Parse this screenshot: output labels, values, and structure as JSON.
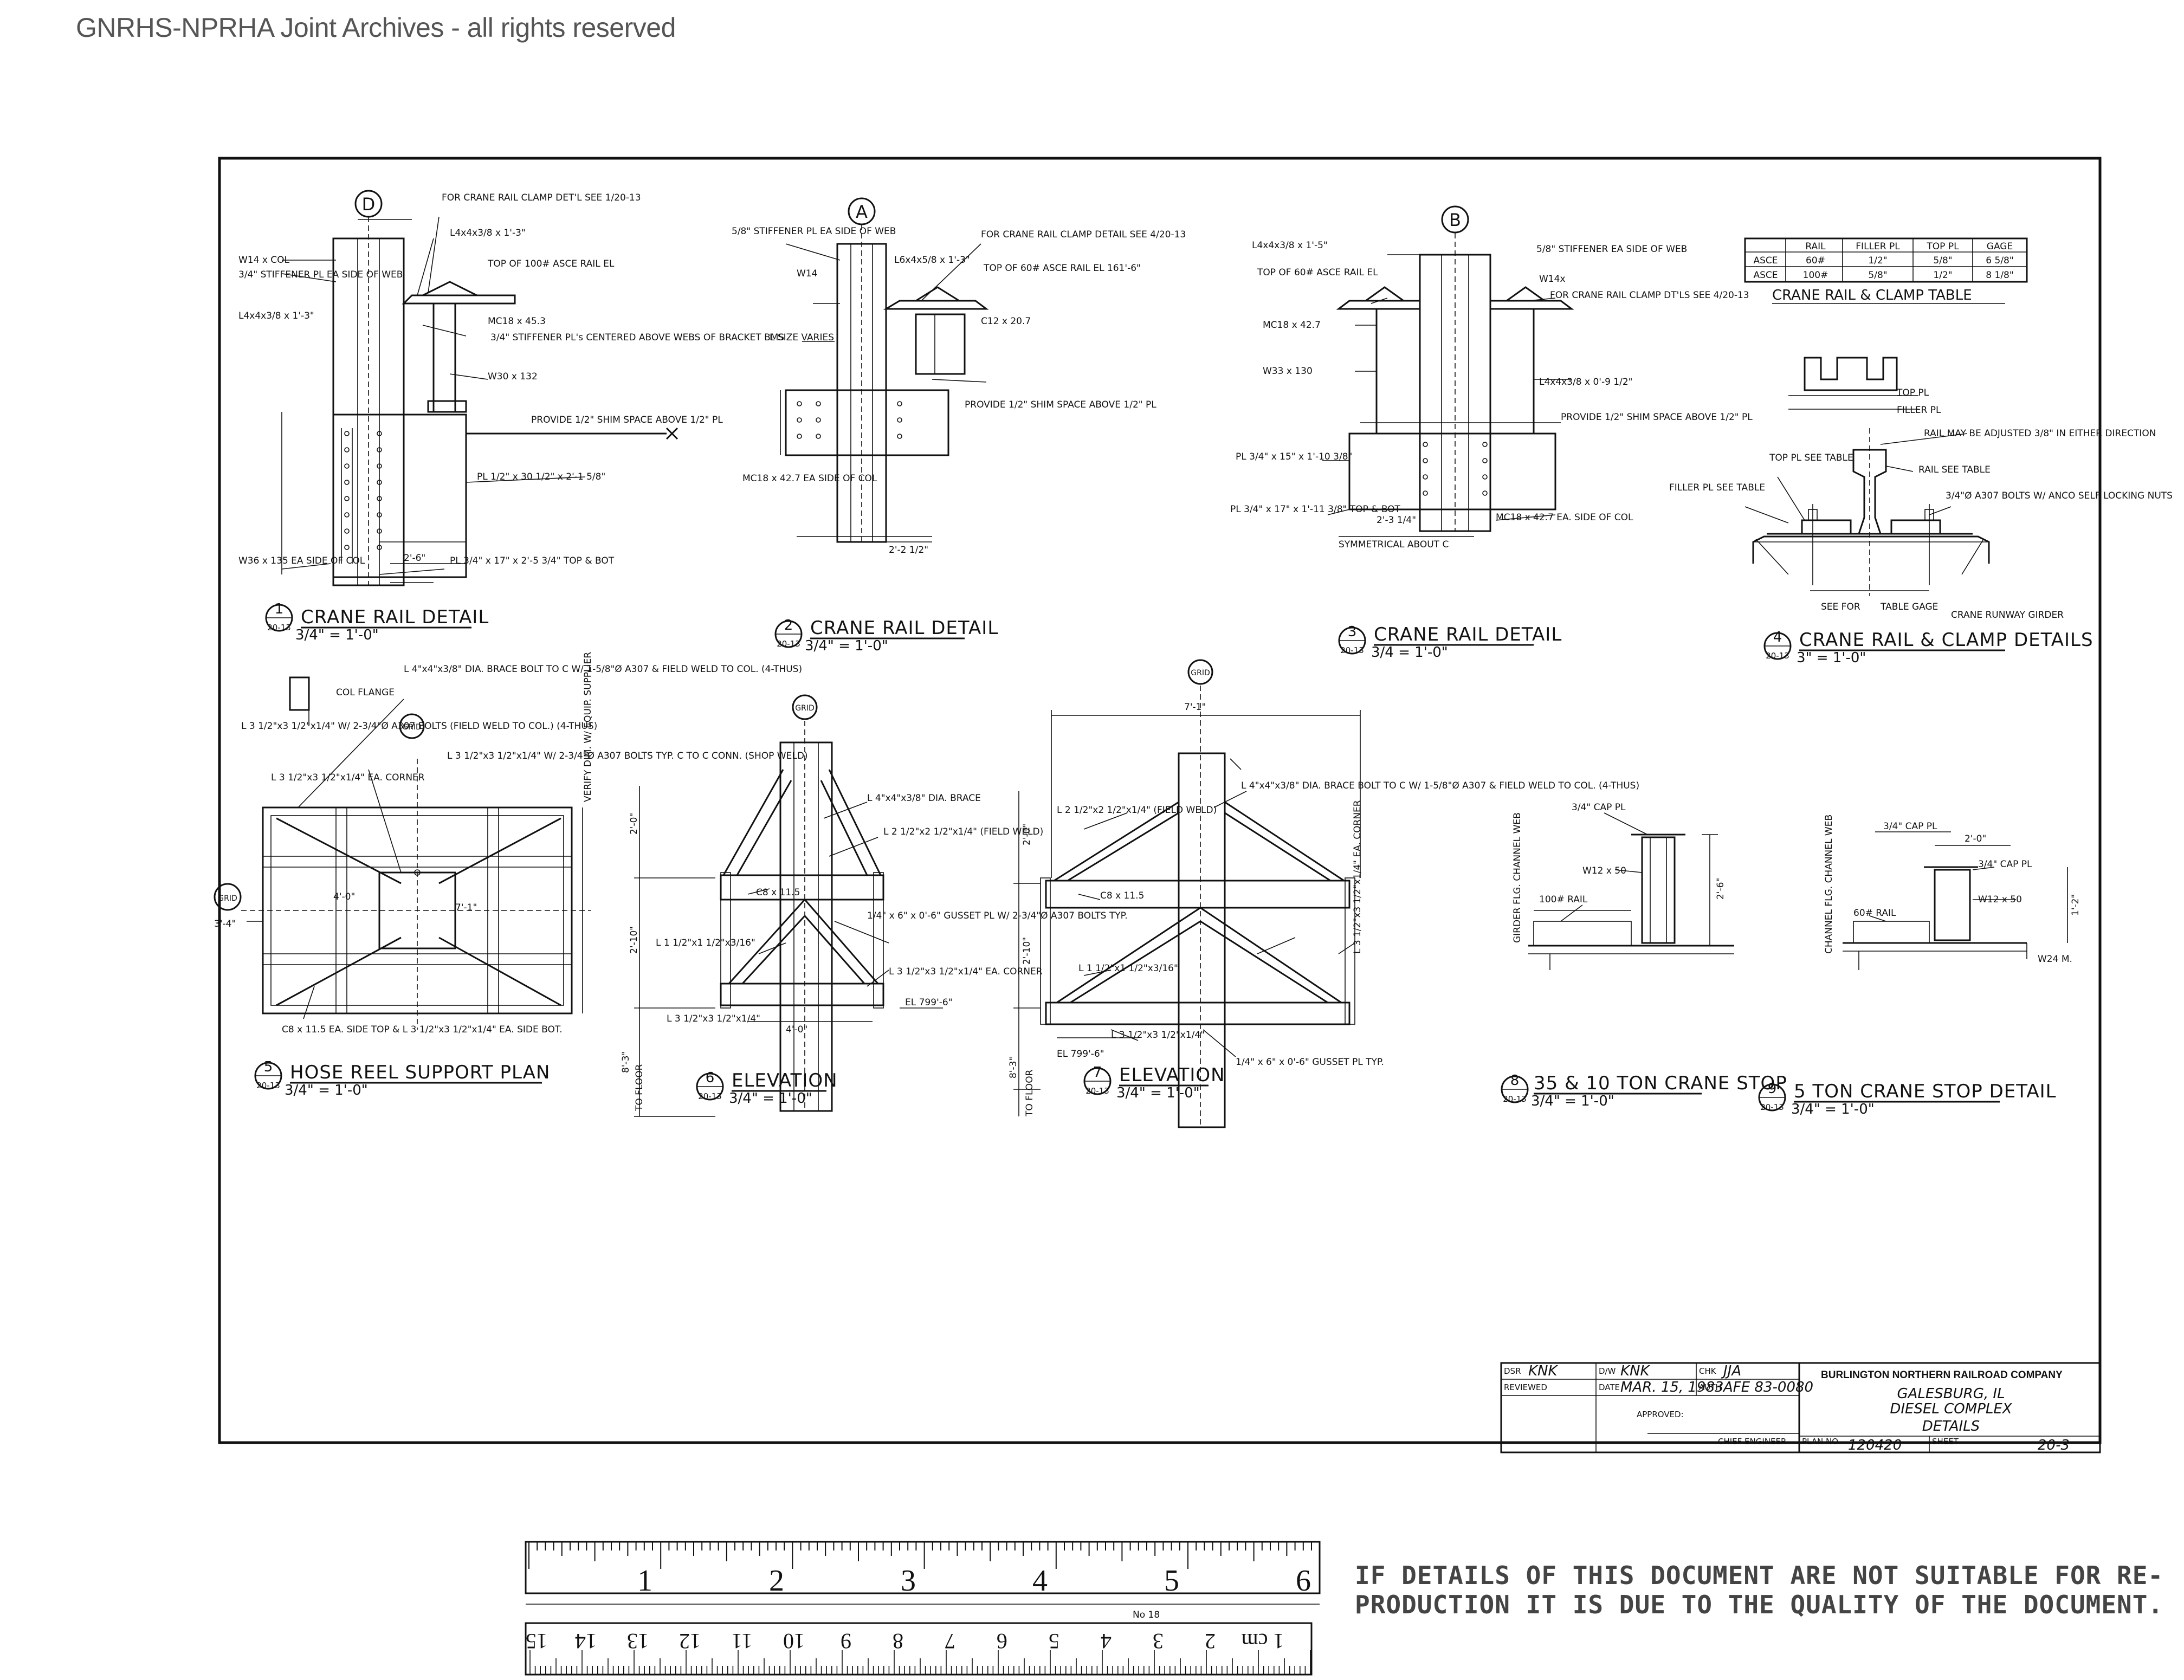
{
  "watermark": "GNRHS-NPRHA Joint Archives - all rights reserved",
  "details": [
    {
      "num": "1",
      "title": "CRANE RAIL DETAIL",
      "sheet": "20-13",
      "scale": "3/4\" = 1'-0\""
    },
    {
      "num": "2",
      "title": "CRANE RAIL DETAIL",
      "sheet": "20-13",
      "scale": "3/4\" = 1'-0\""
    },
    {
      "num": "3",
      "title": "CRANE RAIL DETAIL",
      "sheet": "20-13",
      "scale": "3/4 = 1'-0\""
    },
    {
      "num": "4",
      "title": "CRANE RAIL & CLAMP DETAILS",
      "sheet": "20-13",
      "scale": "3\" = 1'-0\""
    },
    {
      "num": "5",
      "title": "HOSE REEL SUPPORT PLAN",
      "sheet": "20-13",
      "scale": "3/4\" = 1'-0\""
    },
    {
      "num": "6",
      "title": "ELEVATION",
      "sheet": "20-13",
      "scale": "3/4\" = 1'-0\""
    },
    {
      "num": "7",
      "title": "ELEVATION",
      "sheet": "20-13",
      "scale": "3/4\" = 1'-0\""
    },
    {
      "num": "8",
      "title": "35 & 10 TON CRANE STOP",
      "sheet": "20-13",
      "scale": "3/4\" = 1'-0\""
    },
    {
      "num": "9",
      "title": "5 TON CRANE STOP DETAIL",
      "sheet": "20-13",
      "scale": "3/4\" = 1'-0\""
    }
  ],
  "grid_bubbles": {
    "d": "D",
    "a": "A",
    "b": "B",
    "grid": "GRID"
  },
  "notes": {
    "d1_top": "FOR CRANE RAIL CLAMP DET'L SEE 1/20-13",
    "d1_w14": "W14 x COL",
    "d1_stiff": "3/4\" STIFFENER PL EA SIDE OF WEB",
    "d1_l6": "L4x4x3/8 x 1'-3\"",
    "d1_top60": "TOP OF 100# ASCE RAIL EL",
    "d1_mc18": "MC18 x 45.3",
    "d1_stiff2": "3/4\" STIFFENER PL's CENTERED ABOVE WEBS OF BRACKET BMS",
    "d1_w30": "W30 x 132",
    "d1_shim": "PROVIDE 1/2\" SHIM SPACE ABOVE 1/2\" PL",
    "d1_pl": "PL 1/2\" x 30 1/2\" x 2'-1 5/8\"",
    "d1_w36": "W36 x 135 EA SIDE OF COL",
    "d1_pl2": "PL 3/4\" x 17\" x 2'-5 3/4\" TOP & BOT",
    "d1_dim": "2'-6\"",
    "d2_stiff": "5/8\" STIFFENER PL EA SIDE OF WEB",
    "d2_top": "FOR CRANE RAIL CLAMP DETAIL SEE 4/20-13",
    "d2_l6": "L6x4x5/8 x 1'-3\"",
    "d2_top60": "TOP OF 60# ASCE RAIL EL 161'-6\"",
    "d2_c12": "C12 x 20.7",
    "d2_lsize": "L SIZE VARIES",
    "d2_w14": "W14",
    "d2_shim": "PROVIDE 1/2\" SHIM SPACE ABOVE 1/2\" PL",
    "d2_mc18": "MC18 x 42.7 EA SIDE OF COL",
    "d2_dim": "2'-2 1/2\"",
    "d3_l4": "L4x4x3/8 x 1'-5\"",
    "d3_stiff": "5/8\" STIFFENER EA SIDE OF WEB",
    "d3_top60": "TOP OF 60# ASCE RAIL EL",
    "d3_w14": "W14x",
    "d3_crane": "FOR CRANE RAIL CLAMP DT'LS SEE 4/20-13",
    "d3_mc18": "MC18 x 42.7",
    "d3_w33": "W33 x 130",
    "d3_l4b": "L4x4x3/8 x 0'-9 1/2\"",
    "d3_shim": "PROVIDE 1/2\" SHIM SPACE ABOVE 1/2\" PL",
    "d3_pl1": "PL 3/4\" x 15\" x 1'-10 3/8\"",
    "d3_pl2": "PL 3/4\" x 17\" x 1'-11 3/8\" TOP & BOT",
    "d3_mc18b": "MC18 x 42.7 EA. SIDE OF COL",
    "d3_sym": "SYMMETRICAL ABOUT C",
    "d3_dim": "2'-3 1/4\"",
    "d4_rail": "RAIL MAY BE ADJUSTED 3/8\" IN EITHER DIRECTION",
    "d4_top": "TOP PL SEE TABLE",
    "d4_filler": "FILLER PL SEE TABLE",
    "d4_railsee": "RAIL SEE TABLE",
    "d4_bolts": "3/4\"Ø A307 BOLTS W/ ANCO SELF LOCKING NUTS",
    "d4_toppl": "TOP PL",
    "d4_fillerpl": "FILLER PL",
    "d4_girder": "CRANE RUNWAY GIRDER",
    "d4_seefor": "SEE FOR",
    "d4_table": "TABLE GAGE",
    "d5_brace": "L 4\"x4\"x3/8\" DIA. BRACE BOLT TO C W/ 1-5/8\"Ø A307 & FIELD WELD TO COL. (4-THUS)",
    "d5_col": "COL FLANGE",
    "d5_l35": "L 3 1/2\"x3 1/2\"x1/4\" W/ 2-3/4\"Ø A307 BOLTS (FIELD WELD TO COL.) (4-THUS)",
    "d5_corner": "L 3 1/2\"x3 1/2\"x1/4\" EA. CORNER",
    "d5_l35b": "L 3 1/2\"x3 1/2\"x1/4\" W/ 2-3/4\"Ø A307 BOLTS TYP. C TO C CONN. (SHOP WELD)",
    "d5_verify": "VERIFY DIM. W/ EQUIP. SUPPLIER",
    "d5_c8": "C8 x 11.5 EA. SIDE TOP & L 3 1/2\"x3 1/2\"x1/4\" EA. SIDE BOT.",
    "d5_dim1": "7'-1\"",
    "d5_dim2": "4'-0\"",
    "d5_dim3": "3'-4\"",
    "d6_brace": "L 4\"x4\"x3/8\" DIA. BRACE",
    "d6_l2": "L 2 1/2\"x2 1/2\"x1/4\" (FIELD WELD)",
    "d6_c8": "C8 x 11.5",
    "d6_gusset": "1/4\" x 6\" x 0'-6\" GUSSET PL W/ 2-3/4\"Ø A307 BOLTS TYP.",
    "d6_l1": "L 1 1/2\"x1 1/2\"x3/16\"",
    "d6_corner": "L 3 1/2\"x3 1/2\"x1/4\" EA. CORNER",
    "d6_l35": "L 3 1/2\"x3 1/2\"x1/4\"",
    "d6_el": "EL 799'-6\"",
    "d6_floor": "TO FLOOR",
    "d6_dim1": "2'-0\"",
    "d6_dim2": "2'-10\"",
    "d6_dim3": "8'-3\"",
    "d6_dim4": "4'-0\"",
    "d7_brace": "L 4\"x4\"x3/8\" DIA. BRACE BOLT TO C W/ 1-5/8\"Ø A307 & FIELD WELD TO COL. (4-THUS)",
    "d7_l2": "L 2 1/2\"x2 1/2\"x1/4\" (FIELD WELD)",
    "d7_c8": "C8 x 11.5",
    "d7_l15": "L 1 1/2\"x1 1/2\"x3/16\"",
    "d7_corner": "L 3 1/2\"x3 1/2\"x1/4\" EA. CORNER",
    "d7_l35": "L 3 1/2\"x3 1/2\"x1/4\"",
    "d7_gusset": "1/4\" x 6\" x 0'-6\" GUSSET PL TYP.",
    "d7_el": "EL 799'-6\"",
    "d7_floor": "TO FLOOR",
    "d7_dim1": "7'-1\"",
    "d7_dim2": "2'-0\"",
    "d7_dim3": "2'-10\"",
    "d7_dim4": "8'-3\"",
    "d8_cap": "3/4\" CAP PL",
    "d8_w12": "W12 x 50",
    "d8_rail": "100# RAIL",
    "d8_girder": "GIRDER FLG. CHANNEL WEB",
    "d8_dim": "2'-6\"",
    "d9_cap": "3/4\" CAP PL",
    "d9_w12": "W12 x 50",
    "d9_rail": "60# RAIL",
    "d9_channel": "CHANNEL FLG. CHANNEL WEB",
    "d9_w24": "W24 M.",
    "d9_dim": "2'-0\"",
    "d9_dim2": "1'-2\""
  },
  "rail_table": {
    "headers": [
      "",
      "RAIL",
      "FILLER PL",
      "TOP PL",
      "GAGE"
    ],
    "rows": [
      [
        "ASCE",
        "60#",
        "1/2\"",
        "5/8\"",
        "6 5/8\""
      ],
      [
        "ASCE",
        "100#",
        "5/8\"",
        "1/2\"",
        "8 1/8\""
      ]
    ],
    "title": "CRANE RAIL & CLAMP TABLE"
  },
  "title_block": {
    "dsr_label": "DSR",
    "dsr": "KNK",
    "dw_label": "D/W",
    "dw": "KNK",
    "chk_label": "CHK",
    "chk": "JJA",
    "reviewed_label": "REVIEWED",
    "date_label": "DATE",
    "date": "MAR. 15, 1983",
    "auth_label": "AUTH",
    "auth": "AFE 83-0080",
    "approved_label": "APPROVED:",
    "chief_label": "CHIEF ENGINEER",
    "company": "BURLINGTON NORTHERN RAILROAD COMPANY",
    "location": "GALESBURG, IL",
    "project": "DIESEL COMPLEX",
    "drawing_title": "DETAILS",
    "plan_label": "PLAN NO",
    "plan_no": "120420",
    "sheet_label": "SHEET",
    "sheet_no": "20-3"
  },
  "ruler": {
    "inches": [
      "1",
      "2",
      "3",
      "4",
      "5",
      "6"
    ],
    "cm": [
      "1 cm",
      "2",
      "3",
      "4",
      "5",
      "6",
      "7",
      "8",
      "9",
      "10",
      "11",
      "12",
      "13",
      "14",
      "15"
    ],
    "label": "No 18"
  },
  "repro_notice": [
    "IF DETAILS OF THIS DOCUMENT ARE NOT SUITABLE FOR RE-",
    "PRODUCTION IT IS DUE TO THE QUALITY OF THE DOCUMENT."
  ]
}
